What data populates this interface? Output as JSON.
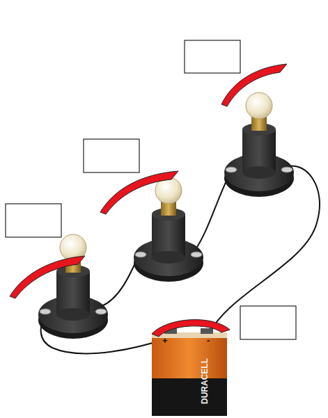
{
  "diagram": {
    "labels": [
      "+",
      "-",
      "DURACELL"
    ]
  }
}
